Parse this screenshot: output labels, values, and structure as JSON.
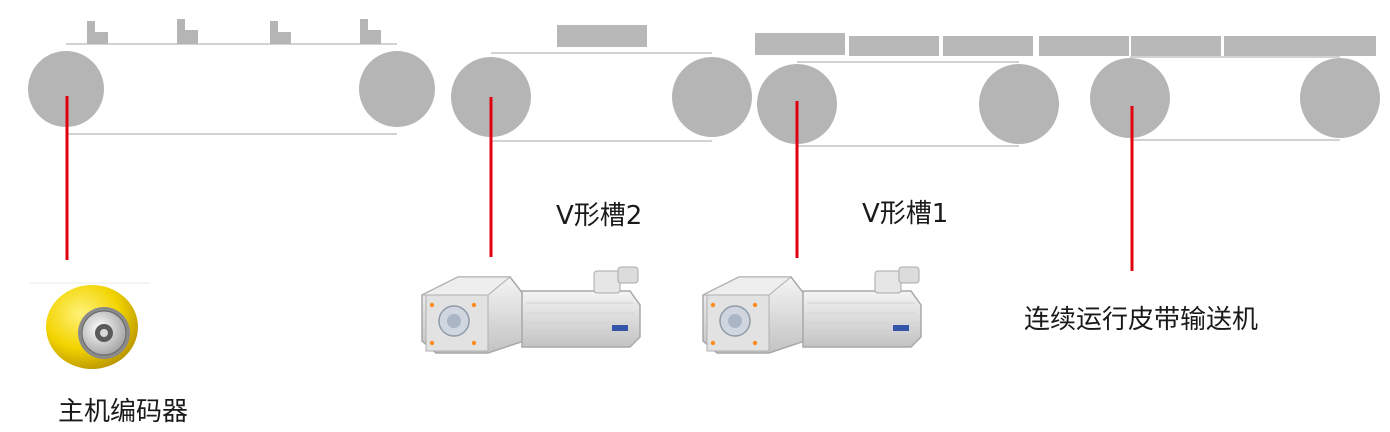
{
  "labels": {
    "encoder": "主机编码器",
    "v_slot_2": "V形槽2",
    "v_slot_1": "V形槽1",
    "conveyor": "连续运行皮带输送机"
  },
  "colors": {
    "background": "#ffffff",
    "roller": "#b5b5b6",
    "belt_outline": "#c4c4c4",
    "product": "#b8b8b8",
    "drive_line": "#e1000f",
    "encoder_housing": "#f2d400",
    "motor_body": "#d8d8d8"
  },
  "icons": {
    "encoder": "rotary-encoder-icon",
    "motor_2": "gear-motor-icon",
    "motor_1": "gear-motor-icon"
  }
}
